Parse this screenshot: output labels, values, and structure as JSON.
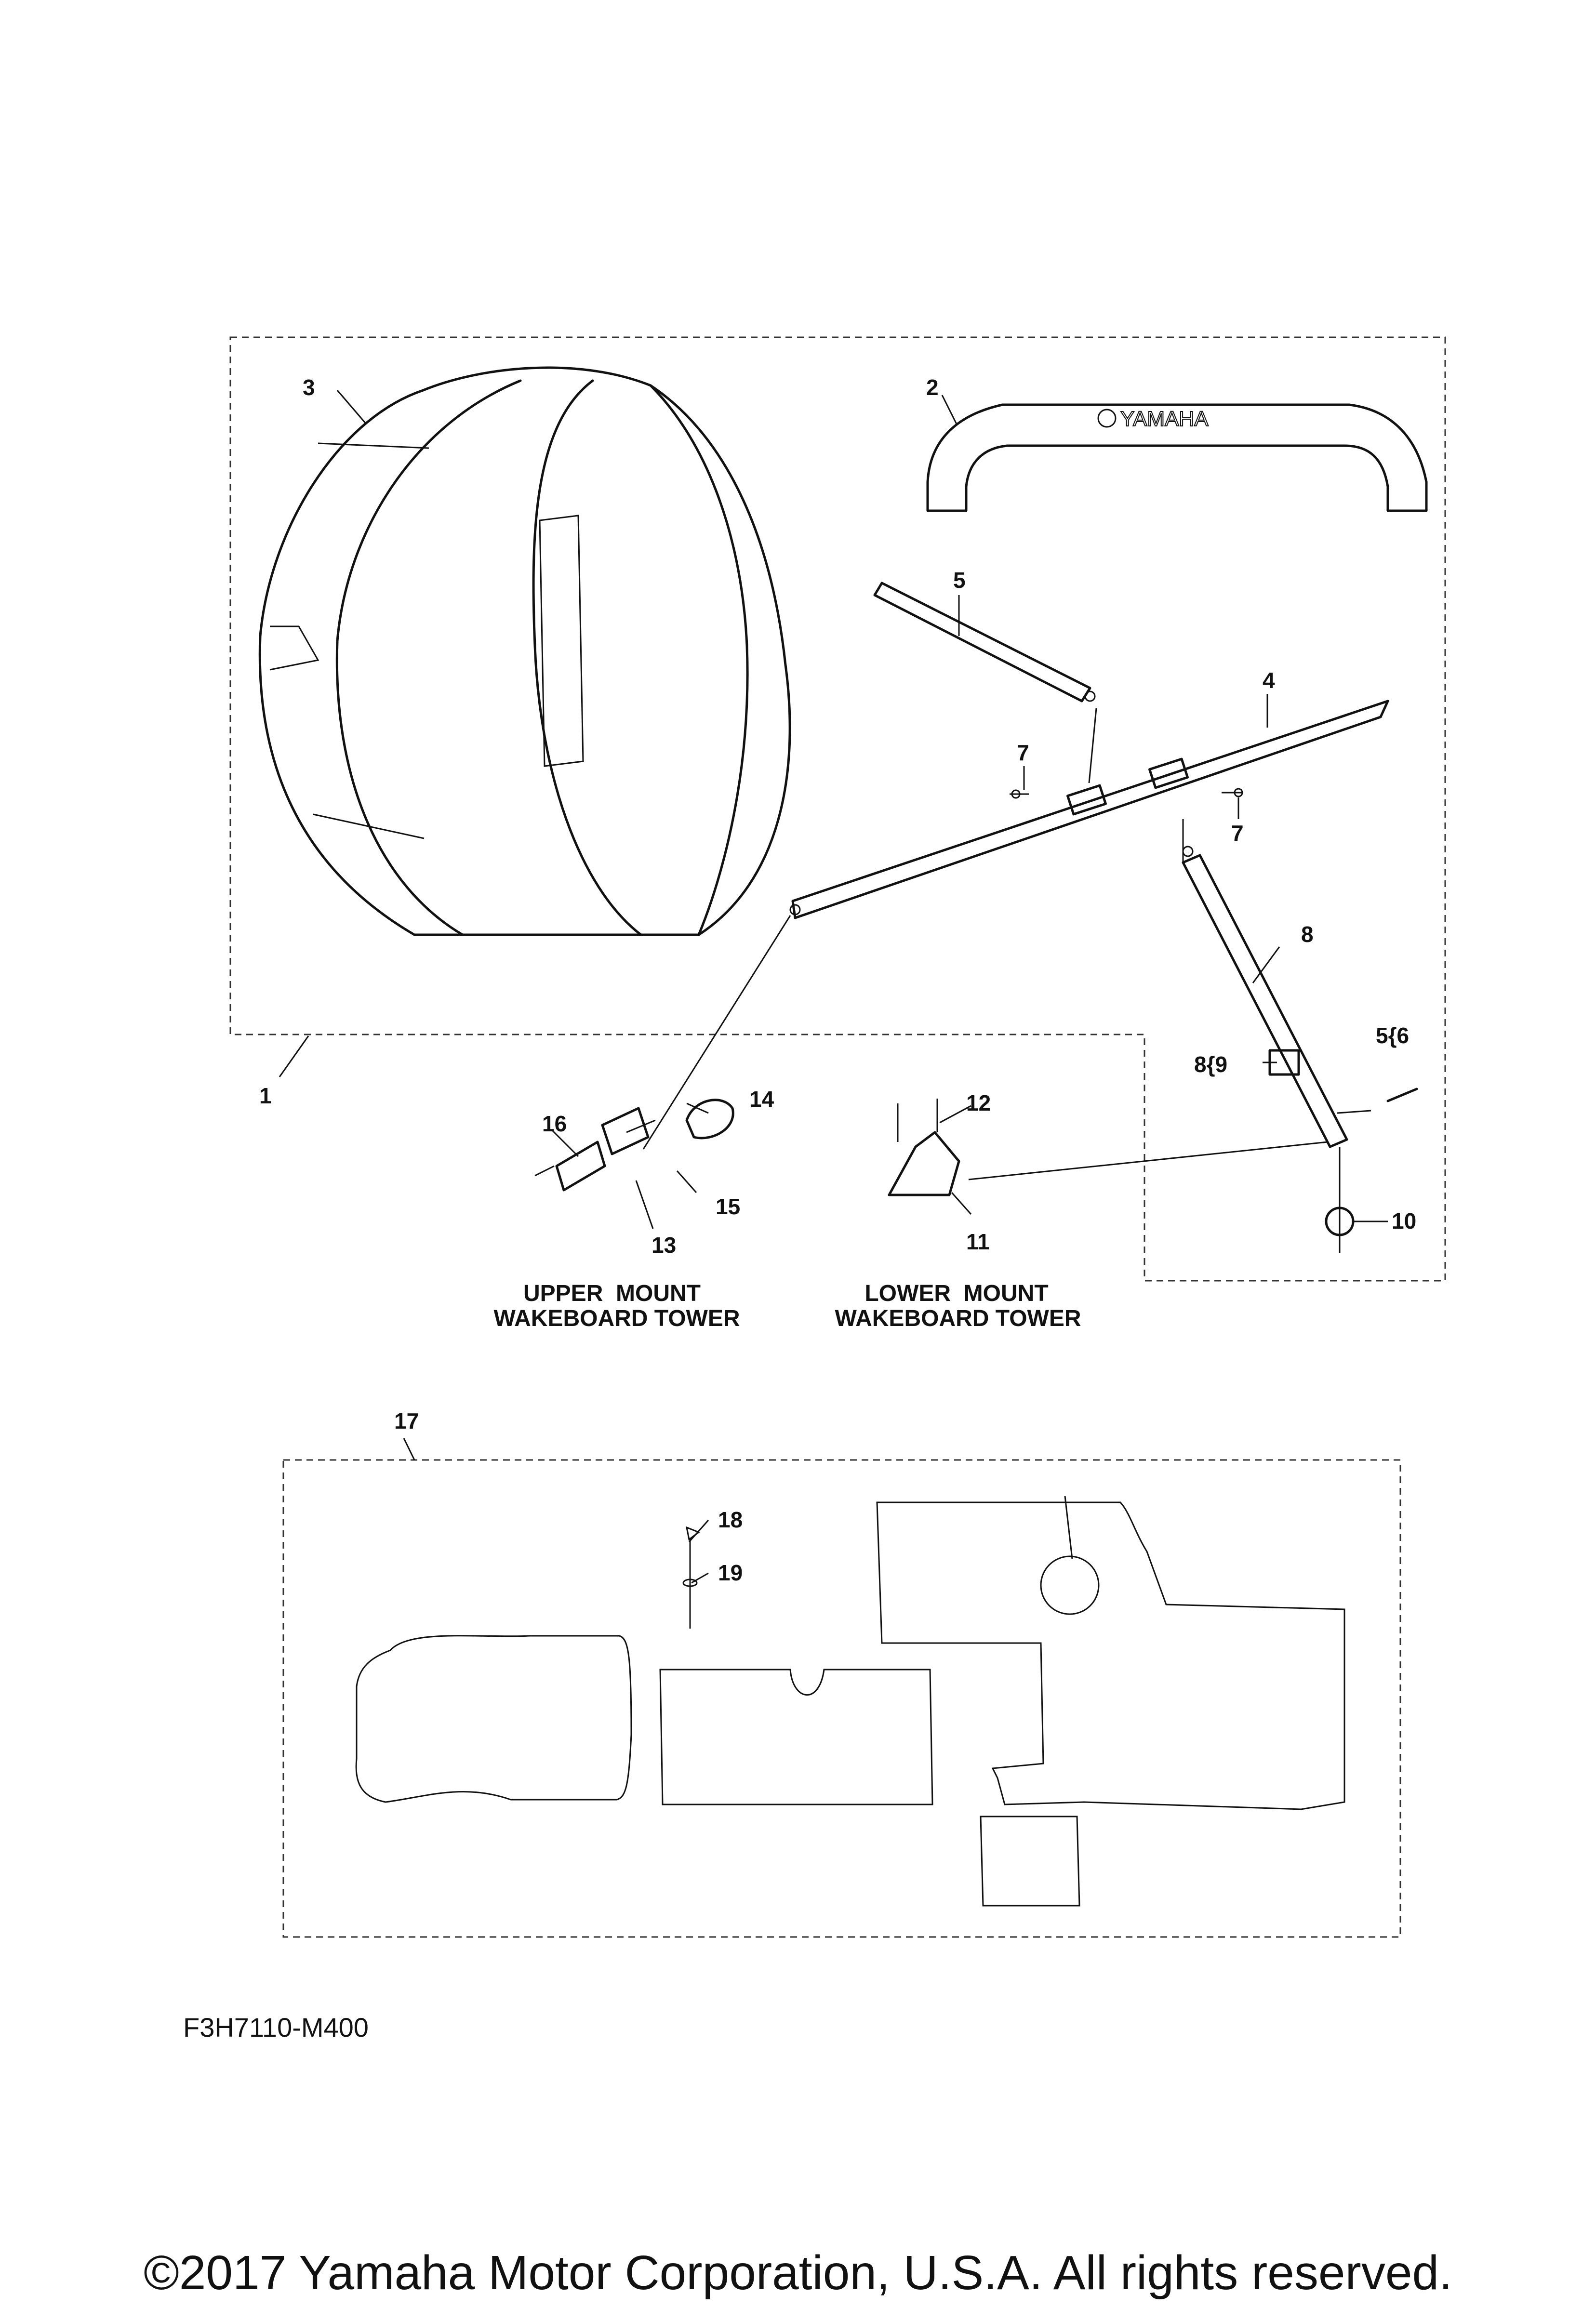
{
  "callouts": {
    "c1": "1",
    "c2": "2",
    "c3": "3",
    "c4": "4",
    "c5": "5",
    "c7a": "7",
    "c7b": "7",
    "c8": "8",
    "c8_9": "8{9",
    "c5_6": "5{6",
    "c10": "10",
    "c11": "11",
    "c12": "12",
    "c13": "13",
    "c14": "14",
    "c15": "15",
    "c16": "16",
    "c17": "17",
    "c18": "18",
    "c19": "19"
  },
  "captions": {
    "upper_mount_line1": "UPPER  MOUNT",
    "upper_mount_line2": "WAKEBOARD TOWER",
    "lower_mount_line1": "LOWER  MOUNT",
    "lower_mount_line2": "WAKEBOARD TOWER"
  },
  "bumper_logo": "YAMAHA",
  "drawing_code": "F3H7110-M400",
  "copyright": "©2017 Yamaha Motor Corporation, U.S.A. All rights reserved."
}
